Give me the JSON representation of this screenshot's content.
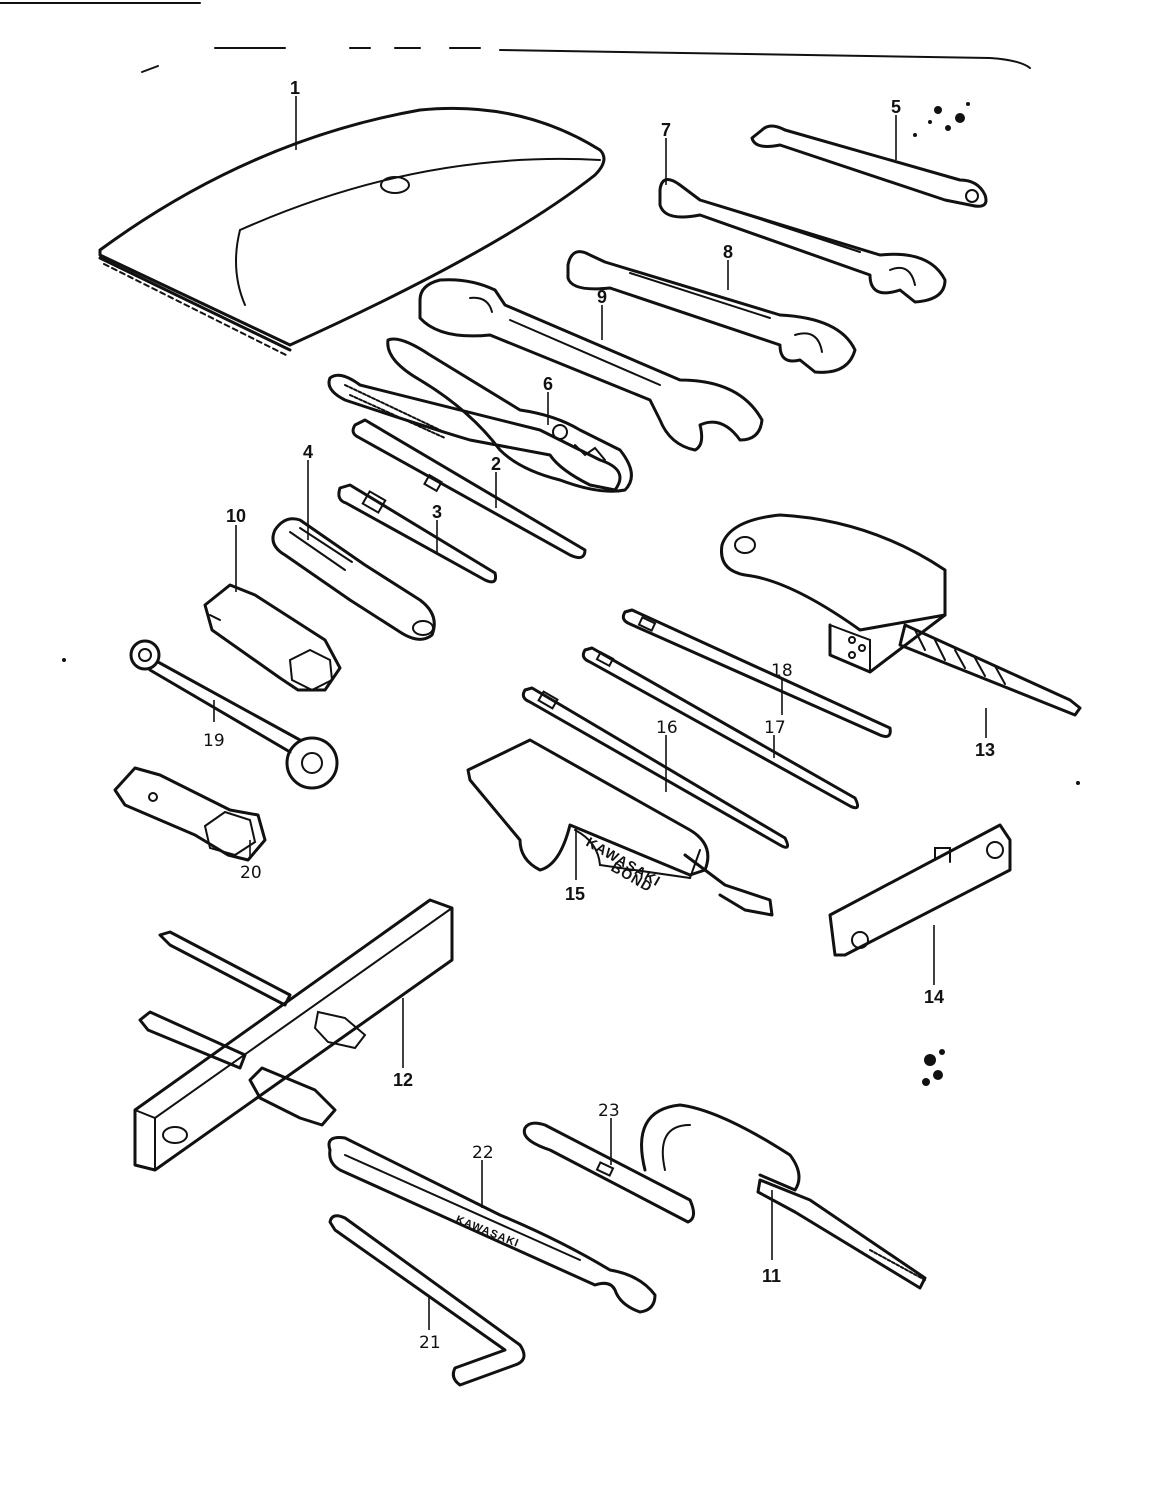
{
  "diagram": {
    "part_numbers": [
      "1",
      "2",
      "3",
      "4",
      "5",
      "6",
      "7",
      "8",
      "9",
      "10",
      "11",
      "12",
      "13",
      "14",
      "15",
      "16",
      "17",
      "18",
      "19",
      "20",
      "21",
      "22",
      "23"
    ],
    "tube_label_line1": "KAWASAKI",
    "tube_label_line2": "BOND",
    "spanner_stamp": "KAWASAKI"
  }
}
